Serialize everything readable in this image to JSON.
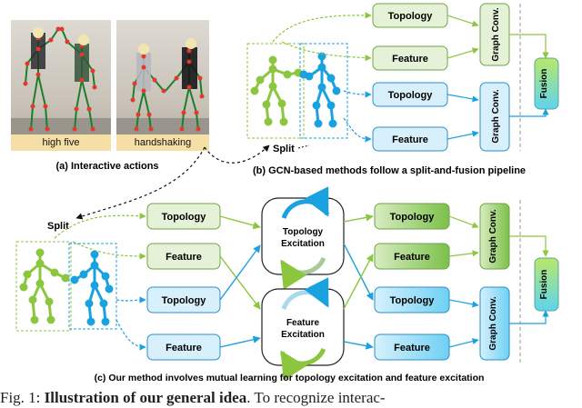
{
  "photos": {
    "left_caption": "high five",
    "right_caption": "handshaking"
  },
  "labels": {
    "interactive_actions": "(a) Interactive actions",
    "gcn_caption": "(b) GCN-based methods follow a split-and-fusion pipeline",
    "ours_caption": "(c) Our method involves mutual learning for topology excitation and feature excitation",
    "split_top": "Split",
    "split_bottom": "Split"
  },
  "blocks": {
    "topology": "Topology",
    "feature": "Feature",
    "graph_conv": "Graph Conv.",
    "fusion": "Fusion",
    "topology_excitation_l1": "Topology",
    "topology_excitation_l2": "Excitation",
    "feature_excitation_l1": "Feature",
    "feature_excitation_l2": "Excitation"
  },
  "figure_caption": {
    "prefix": "Fig. 1: ",
    "bold": "Illustration of our general idea",
    "rest": ". To recognize interac-"
  },
  "colors": {
    "green_fill": "#e6f2d8",
    "green_stroke": "#6fa544",
    "blue_fill": "#d8f0fb",
    "blue_stroke": "#2a8fc9",
    "green_line": "#8cc63f",
    "blue_line": "#1aa1e0"
  }
}
